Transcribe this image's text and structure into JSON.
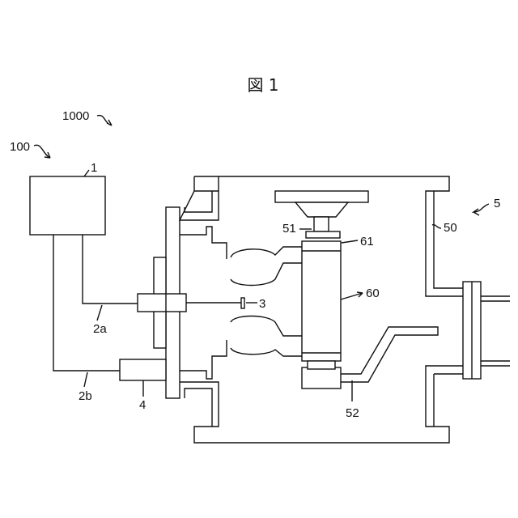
{
  "figure": {
    "title": "図 1",
    "labels": {
      "system": "1000",
      "controller_system": "100",
      "controller": "1",
      "wire_a": "2a",
      "wire_b": "2b",
      "sensor": "3",
      "actuator": "4",
      "chamber": "5",
      "chamber_wall": "50",
      "upper_support": "51",
      "lower_support": "52",
      "workpiece": "60",
      "workpiece_end": "61"
    }
  }
}
